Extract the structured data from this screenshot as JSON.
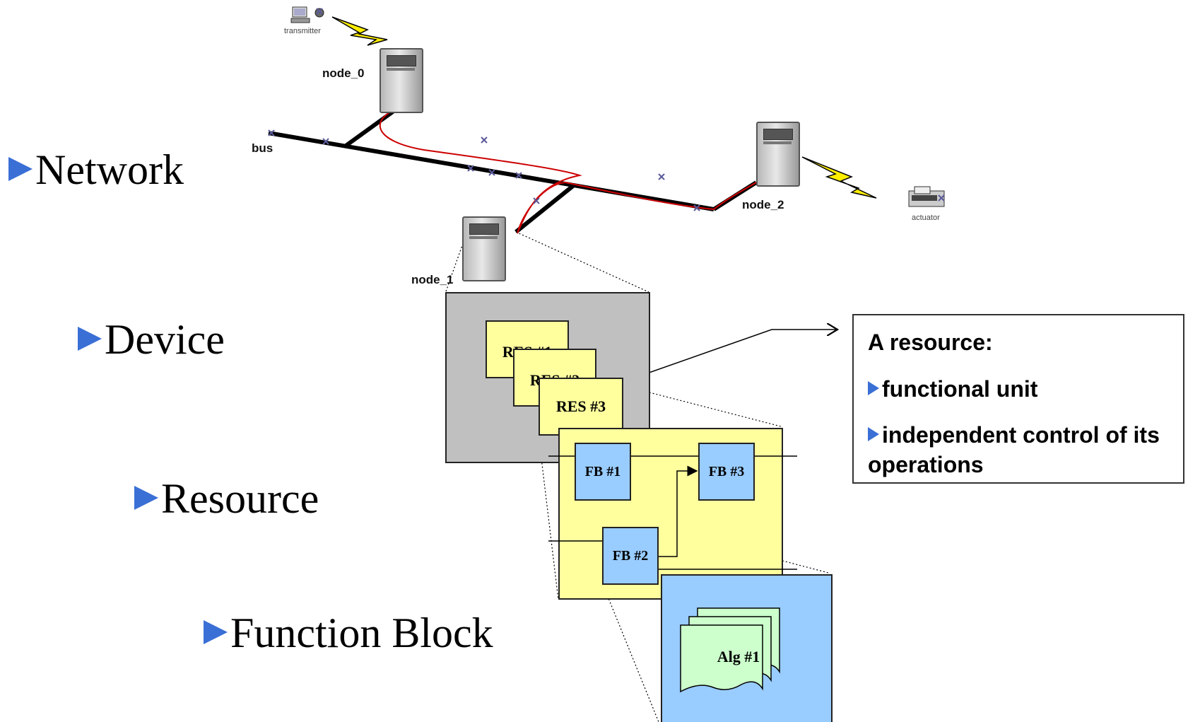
{
  "hierarchy": [
    {
      "label": "Network"
    },
    {
      "label": "Device"
    },
    {
      "label": "Resource"
    },
    {
      "label": "Function Block"
    }
  ],
  "network": {
    "bus_label": "bus",
    "nodes": [
      "node_0",
      "node_1",
      "node_2"
    ],
    "transmitter_label": "transmitter",
    "actuator_label": "actuator"
  },
  "device": {
    "resources": [
      "RES #1",
      "RES #2",
      "RES #3"
    ]
  },
  "resource": {
    "function_blocks": [
      "FB #1",
      "FB #2",
      "FB #3"
    ]
  },
  "function_block": {
    "algorithm": "Alg #1"
  },
  "callout": {
    "title": "A resource:",
    "items": [
      "functional unit",
      "independent  control of its operations"
    ]
  },
  "colors": {
    "bullet": "#3a6fd6",
    "device_bg": "#c0c0c0",
    "resource_bg": "#ffff9e",
    "fb_bg": "#99ccff",
    "alg_bg": "#ccffcc",
    "signal_path": "#cc0000",
    "lightning": "#ffee00"
  }
}
